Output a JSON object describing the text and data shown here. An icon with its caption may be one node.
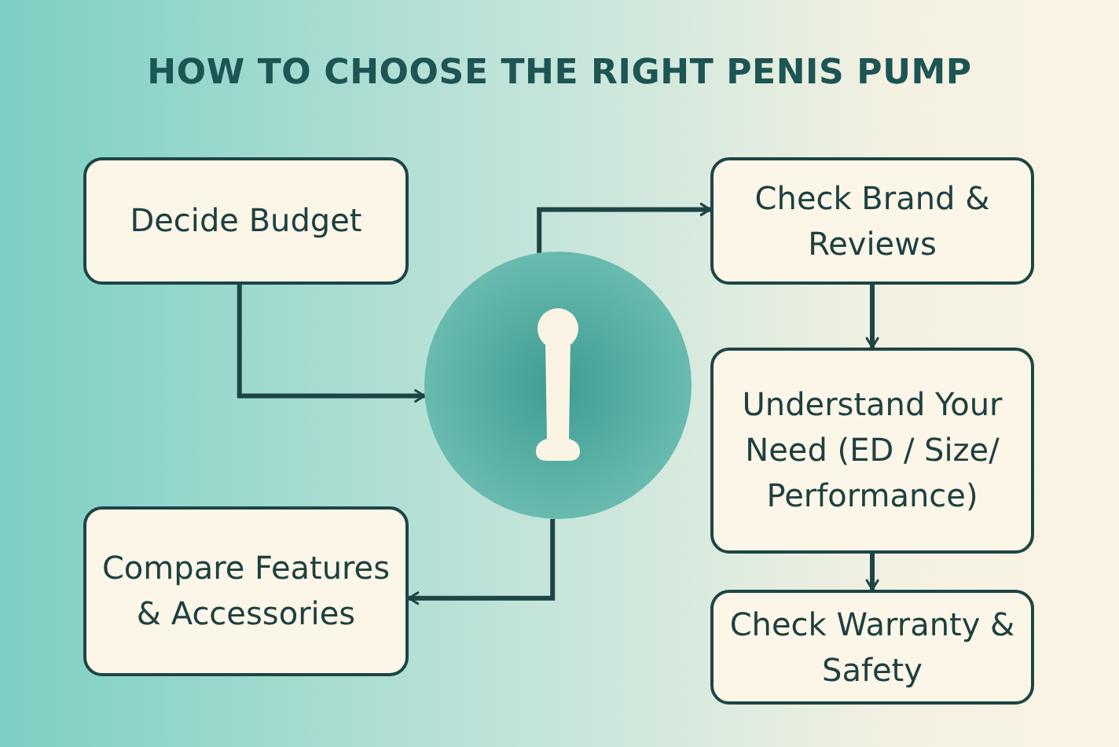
{
  "diagram": {
    "title": "HOW TO CHOOSE THE RIGHT PENIS PUMP",
    "nodes": [
      {
        "text": [
          "Decide Budget"
        ]
      },
      {
        "text": [],
        "shape": "circle"
      },
      {
        "text": [
          "Check Brand & Reviews"
        ]
      },
      {
        "text": [
          "Understand Your Need (ED / Size/ Performance)"
        ]
      },
      {
        "text": [
          "Check Warranty & Safety"
        ]
      },
      {
        "text": [
          "Compare Features & Accessories"
        ]
      }
    ],
    "edges": [
      {
        "from": 0,
        "to": 1,
        "arrow": "to"
      },
      {
        "from": 1,
        "to": 2,
        "arrow": "to"
      },
      {
        "from": 2,
        "to": 3,
        "arrow": "to"
      },
      {
        "from": 3,
        "to": 4,
        "arrow": "to"
      },
      {
        "from": 1,
        "to": 5,
        "arrow": "to"
      }
    ]
  }
}
